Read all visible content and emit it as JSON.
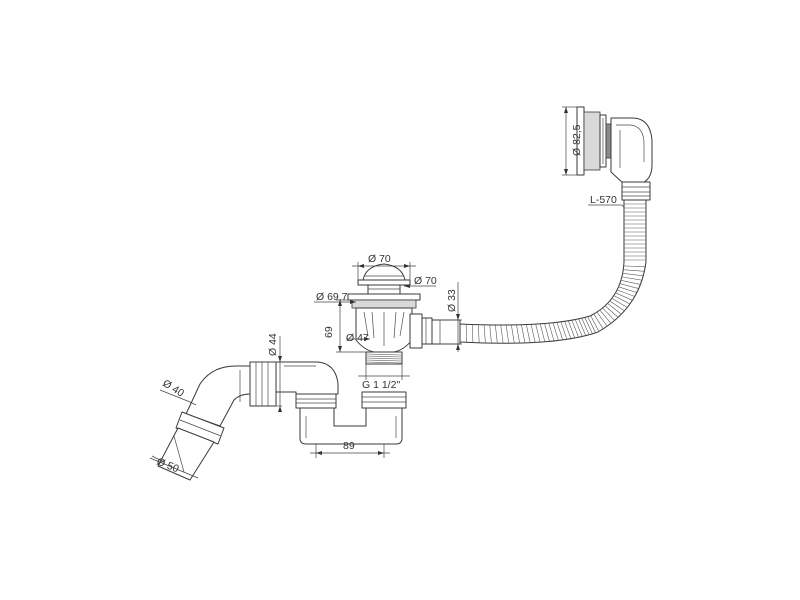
{
  "colors": {
    "line": "#3a3a3a",
    "background": "#ffffff"
  },
  "labels": {
    "overflow_diameter": "Ø 82,5",
    "hose_length": "L-570",
    "cap_diameter": "Ø 70",
    "plug_diameter": "Ø 70",
    "body_diameter": "Ø 69,7",
    "connection_diameter": "Ø 33",
    "height": "69",
    "inner_diameter": "Ø 47",
    "thread": "G 1 1/2\"",
    "outlet_diameter": "Ø 44",
    "pipe_diameter": "Ø 40",
    "pipe_outer_diameter": "Ø 50",
    "trap_width": "89"
  }
}
